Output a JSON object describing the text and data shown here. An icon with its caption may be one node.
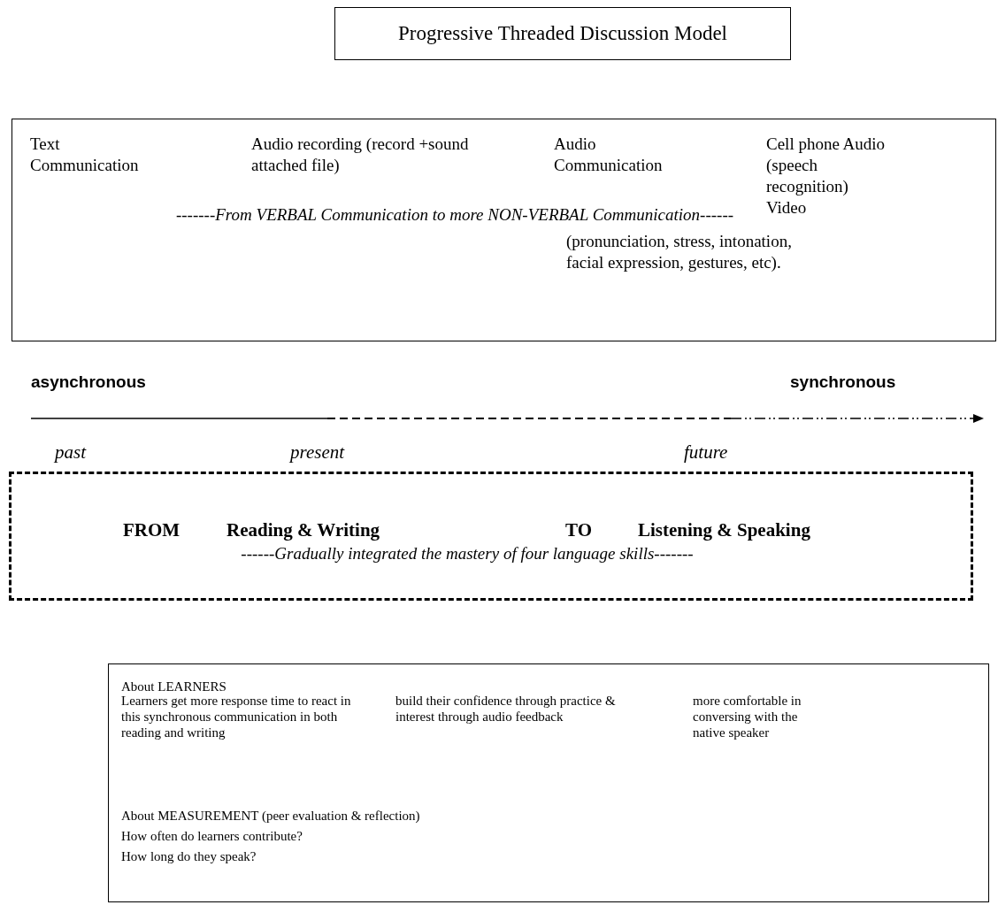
{
  "diagram": {
    "nodes": [
      {
        "text": [
          "Progressive Threaded Discussion Model"
        ]
      },
      {
        "text": [
          "Text Communication",
          "Audio recording (record +sound attached file)",
          "Audio Communication",
          "Cell phone Audio (speech recognition) Video",
          "-------From VERBAL Communication to more NON-VERBAL Communication------",
          "(pronunciation, stress, intonation, facial expression, gestures, etc)."
        ]
      },
      {
        "text": [
          "FROM",
          "Reading & Writing",
          "TO",
          "Listening & Speaking",
          "------Gradually integrated the mastery of four language skills-------"
        ]
      },
      {
        "text": [
          "About LEARNERS",
          "Learners get more response time to react in this synchronous communication in both reading and writing",
          "build their confidence through practice & interest through audio feedback",
          "more comfortable in conversing with the native speaker",
          "About MEASUREMENT (peer evaluation & reflection)",
          "How often do learners contribute?",
          "How long do they speak?"
        ]
      }
    ],
    "edges": [],
    "labels": [
      "asynchronous",
      "synchronous",
      "past",
      "present",
      "future"
    ]
  }
}
